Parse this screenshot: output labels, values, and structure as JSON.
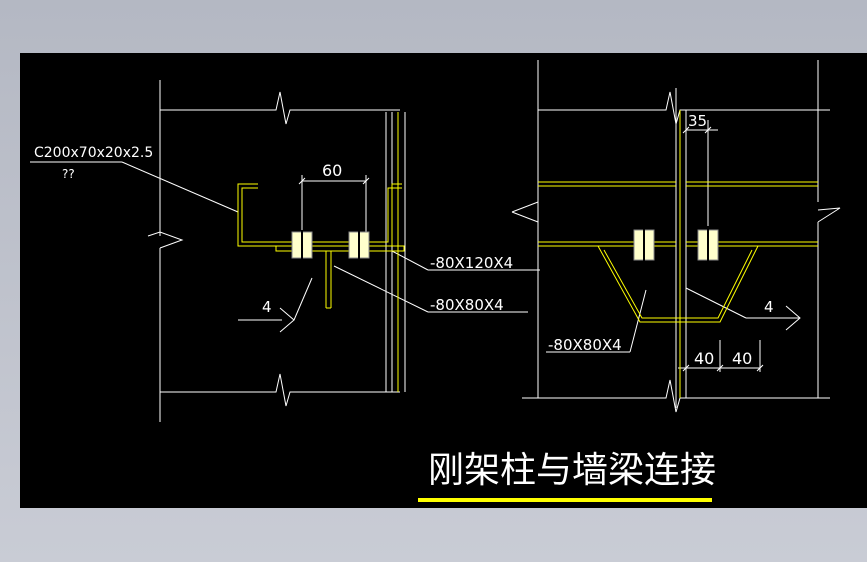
{
  "title": "刚架柱与墙梁连接",
  "colors": {
    "background": "#000000",
    "line": "#ffffff",
    "member": "#ffff00",
    "bolt": "#ffffcc",
    "page": "#c0c3cc"
  },
  "left_detail": {
    "purlin_label": "C200x70x20x2.5",
    "purlin_sublabel": "??",
    "dim_bolt_spacing": "60",
    "plate_label_1": "-80X120X4",
    "plate_label_2": "-80X80X4",
    "section_mark": "4"
  },
  "right_detail": {
    "dim_top": "35",
    "plate_label": "-80X80X4",
    "dim_left": "40",
    "dim_right": "40",
    "section_mark": "4"
  }
}
